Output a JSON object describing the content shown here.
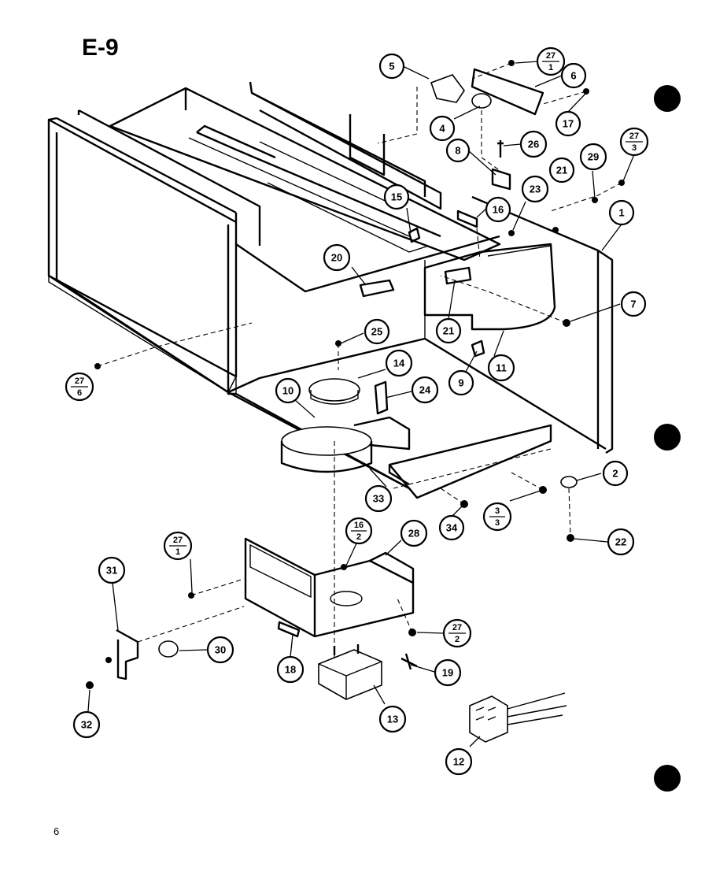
{
  "figure": {
    "id": "E-9",
    "page_number": "6"
  },
  "callouts": [
    {
      "key": "c5",
      "label": "5"
    },
    {
      "key": "c6",
      "label": "6"
    },
    {
      "key": "c27_1_top",
      "num": "27",
      "den": "1"
    },
    {
      "key": "c17",
      "label": "17"
    },
    {
      "key": "c4",
      "label": "4"
    },
    {
      "key": "c26",
      "label": "26"
    },
    {
      "key": "c8",
      "label": "8"
    },
    {
      "key": "c21_top",
      "label": "21"
    },
    {
      "key": "c29",
      "label": "29"
    },
    {
      "key": "c27_3",
      "num": "27",
      "den": "3"
    },
    {
      "key": "c15",
      "label": "15"
    },
    {
      "key": "c23",
      "label": "23"
    },
    {
      "key": "c16",
      "label": "16"
    },
    {
      "key": "c1",
      "label": "1"
    },
    {
      "key": "c20",
      "label": "20"
    },
    {
      "key": "c7",
      "label": "7"
    },
    {
      "key": "c25",
      "label": "25"
    },
    {
      "key": "c21_mid",
      "label": "21"
    },
    {
      "key": "c14",
      "label": "14"
    },
    {
      "key": "c9",
      "label": "9"
    },
    {
      "key": "c11",
      "label": "11"
    },
    {
      "key": "c27_6",
      "num": "27",
      "den": "6"
    },
    {
      "key": "c10",
      "label": "10"
    },
    {
      "key": "c24",
      "label": "24"
    },
    {
      "key": "c2",
      "label": "2"
    },
    {
      "key": "c33",
      "label": "33"
    },
    {
      "key": "c34",
      "label": "34"
    },
    {
      "key": "c3_3",
      "num": "3",
      "den": "3"
    },
    {
      "key": "c22",
      "label": "22"
    },
    {
      "key": "c16_2",
      "num": "16",
      "den": "2"
    },
    {
      "key": "c28",
      "label": "28"
    },
    {
      "key": "c27_1_low",
      "num": "27",
      "den": "1"
    },
    {
      "key": "c31",
      "label": "31"
    },
    {
      "key": "c27_2",
      "num": "27",
      "den": "2"
    },
    {
      "key": "c30",
      "label": "30"
    },
    {
      "key": "c18",
      "label": "18"
    },
    {
      "key": "c19",
      "label": "19"
    },
    {
      "key": "c32",
      "label": "32"
    },
    {
      "key": "c13",
      "label": "13"
    },
    {
      "key": "c12",
      "label": "12"
    }
  ]
}
